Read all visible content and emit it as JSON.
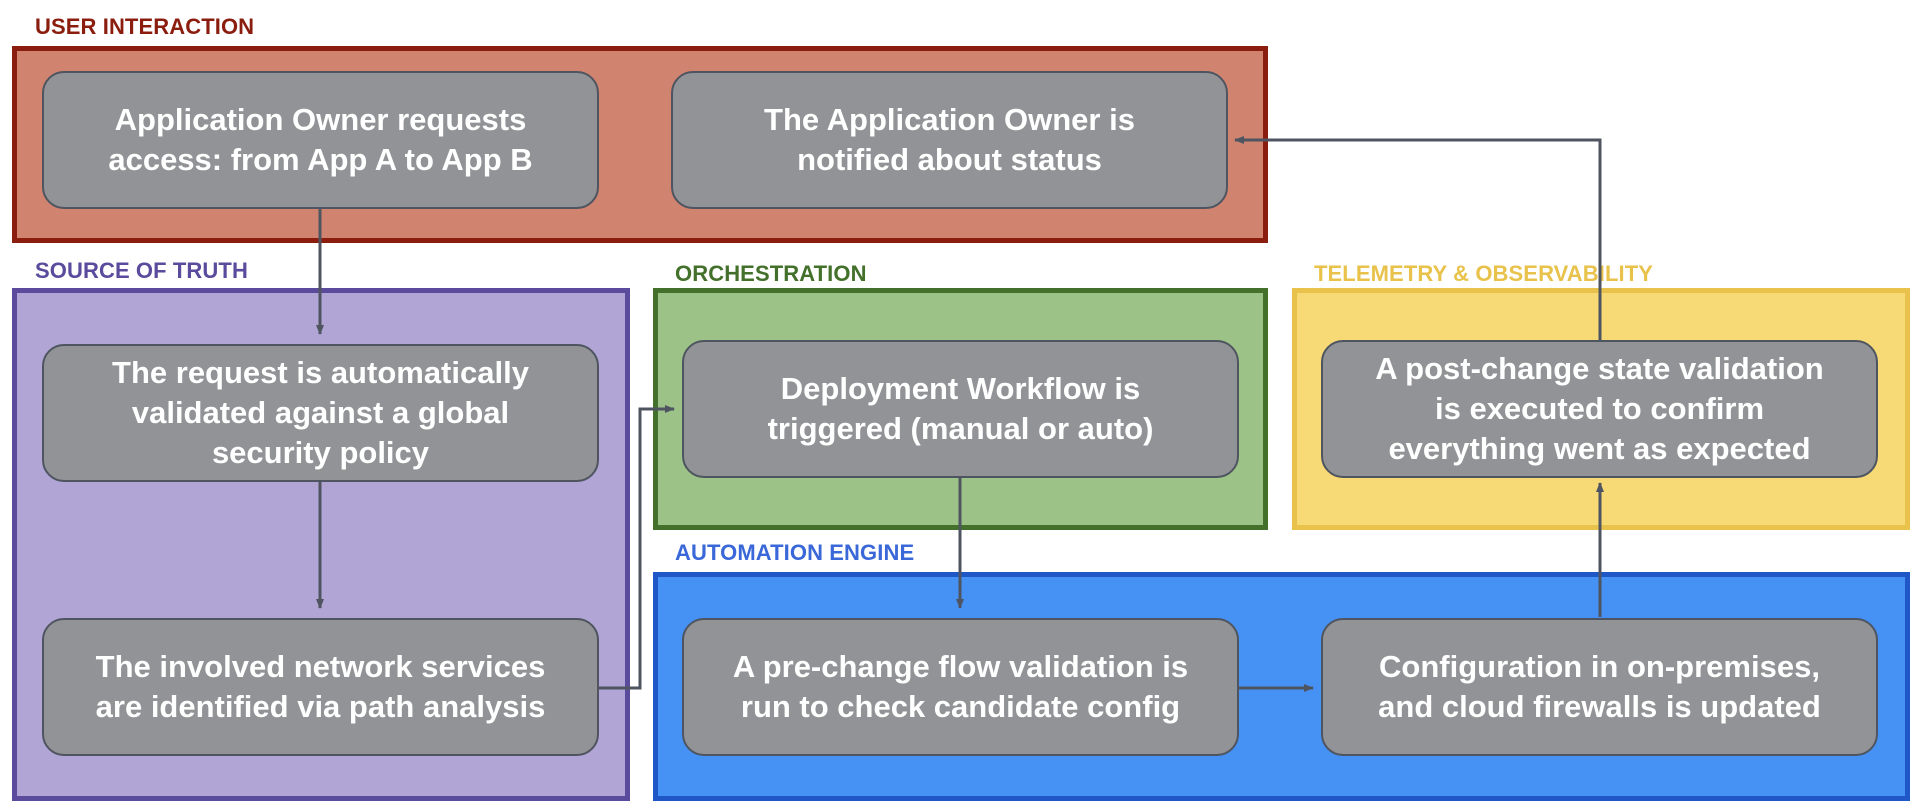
{
  "colors": {
    "user_fill": "#d08470",
    "user_border": "#8b1d0e",
    "user_label": "#8b1d0e",
    "sot_fill": "#b0a5d4",
    "sot_border": "#5b4b9c",
    "sot_label": "#5b4b9c",
    "orch_fill": "#9dc287",
    "orch_border": "#43702a",
    "orch_label": "#43702a",
    "tel_fill": "#f7d976",
    "tel_border": "#e8c24a",
    "tel_label": "#e8c24a",
    "auto_fill": "#4591f4",
    "auto_border": "#1f57c7",
    "auto_label": "#3a68d8",
    "node_fill": "#929396",
    "arrow": "#4f5560"
  },
  "groups": {
    "user_interaction": "USER INTERACTION",
    "source_of_truth": "SOURCE OF TRUTH",
    "orchestration": "ORCHESTRATION",
    "telemetry": "TELEMETRY & OBSERVABILITY",
    "automation_engine": "AUTOMATION ENGINE"
  },
  "nodes": {
    "request_access": [
      "Application Owner requests",
      "access: from App A to App B"
    ],
    "notified_status": [
      "The Application Owner is",
      "notified about status"
    ],
    "auto_validated": [
      "The request is automatically",
      "validated against a global",
      "security policy"
    ],
    "network_services": [
      "The involved network services",
      "are identified via path analysis"
    ],
    "deployment_workflow": [
      "Deployment Workflow is",
      "triggered (manual or auto)"
    ],
    "pre_change_validation": [
      "A pre-change flow validation is",
      "run to check candidate config"
    ],
    "configuration_updated": [
      "Configuration in on-premises,",
      "and cloud firewalls is updated"
    ],
    "post_change_validation": [
      "A post-change state validation",
      "is executed to confirm",
      "everything went as expected"
    ]
  }
}
